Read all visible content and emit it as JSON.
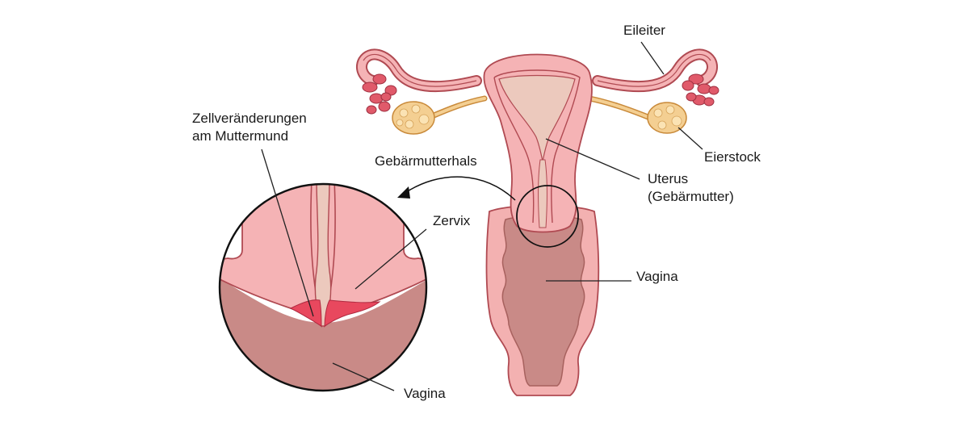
{
  "labels": {
    "eileiter": "Eileiter",
    "eierstock": "Eierstock",
    "uterus": "Uterus",
    "uterus_sub": "(Gebärmutter)",
    "vagina_main": "Vagina",
    "gebaermutterhals": "Gebärmutterhals",
    "zellveraenderungen_1": "Zellveränderungen",
    "zellveraenderungen_2": "am Muttermund",
    "zervix": "Zervix",
    "vagina_zoom": "Vagina"
  },
  "colors": {
    "tissue_light": "#f5b3b5",
    "tissue_outline": "#b04a52",
    "cavity": "#ecc9bd",
    "vagina_wall": "#c98a87",
    "vagina_outer": "#f3b1b1",
    "ovary": "#f4cf92",
    "lesion": "#e8485e",
    "line": "#222222"
  }
}
